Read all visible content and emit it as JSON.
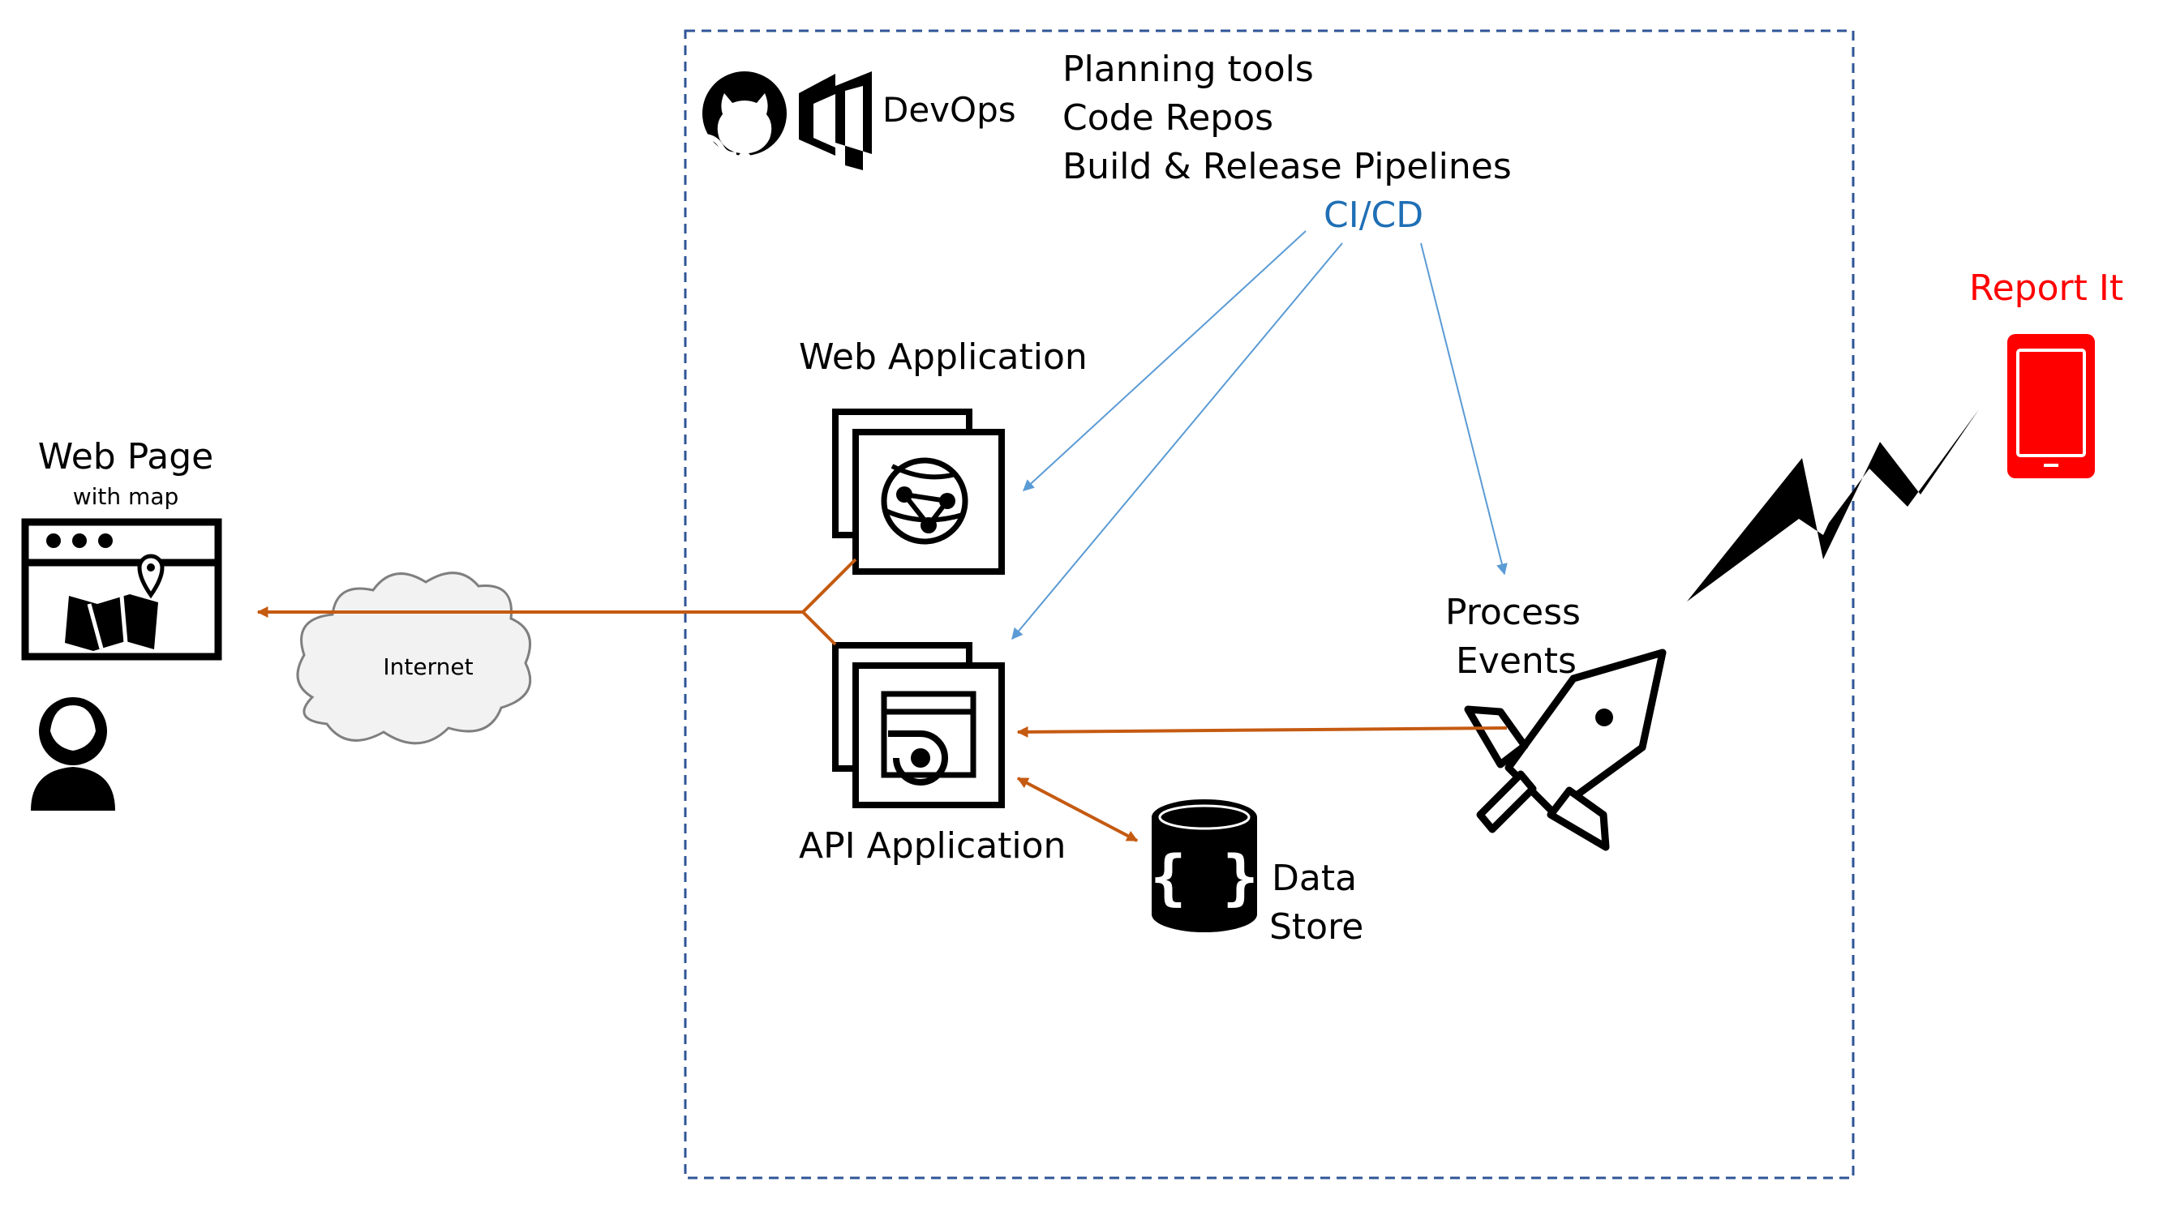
{
  "devops": {
    "title": "DevOps",
    "tools": [
      "Planning tools",
      "Code Repos",
      "Build & Release Pipelines"
    ],
    "cicd": "CI/CD"
  },
  "web_page": {
    "title": "Web Page",
    "subtitle": "with map"
  },
  "internet": {
    "label": "Internet"
  },
  "web_app": {
    "label": "Web Application"
  },
  "api_app": {
    "label": "API Application"
  },
  "data_store": {
    "label_line1": "Data",
    "label_line2": "Store"
  },
  "process": {
    "label_line1": "Process",
    "label_line2": "Events"
  },
  "report": {
    "label": "Report It"
  },
  "colors": {
    "flow_arrow": "#C55A11",
    "cicd_arrow": "#5B9BD5",
    "cicd_text": "#1F6FB5",
    "report": "#FF0000",
    "boundary": "#2F5597",
    "cloud_fill": "#F2F2F2"
  },
  "icons": [
    "github-icon",
    "azure-devops-icon",
    "browser-map-icon",
    "user-icon",
    "cloud-icon",
    "web-app-icon",
    "api-app-icon",
    "database-icon",
    "rocket-icon",
    "phone-icon",
    "lightning-icon"
  ]
}
